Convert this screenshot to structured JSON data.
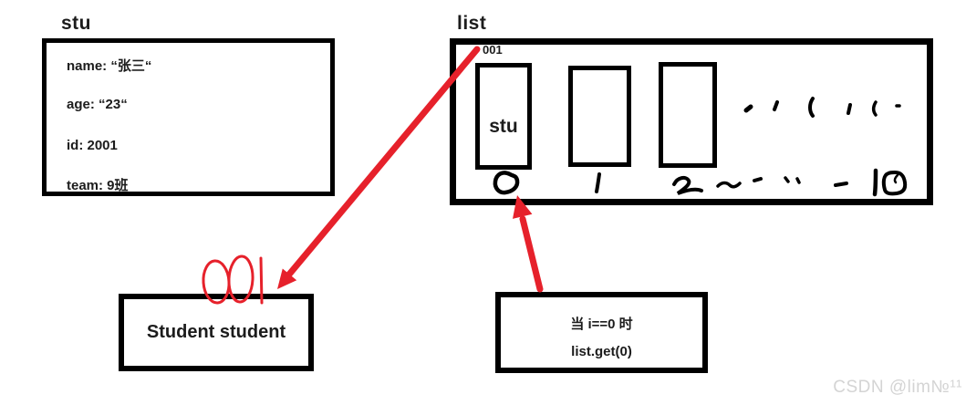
{
  "colors": {
    "background": "#ffffff",
    "ink": "#000000",
    "text": "#1c1c1c",
    "red": "#e6212b",
    "watermark": "#d4d4d4"
  },
  "stu_object": {
    "title": "stu",
    "fields": [
      "name: “张三“",
      "age: “23“",
      "id: 2001",
      "team: 9班"
    ]
  },
  "list": {
    "title": "list",
    "address": "001",
    "cells": [
      {
        "label": "stu",
        "index": "0"
      },
      {
        "label": "",
        "index": "1"
      },
      {
        "label": "",
        "index": "2"
      }
    ],
    "trailing_index": "10"
  },
  "handwritten": {
    "red_address": "001",
    "index_0": "0",
    "index_1": "1",
    "index_2": "2",
    "index_10": "10"
  },
  "student_box": {
    "label": "Student student"
  },
  "condition_box": {
    "line1": "当 i==0 时",
    "line2": "list.get(0)"
  },
  "watermark": {
    "text": "CSDN @lim№¹¹"
  }
}
